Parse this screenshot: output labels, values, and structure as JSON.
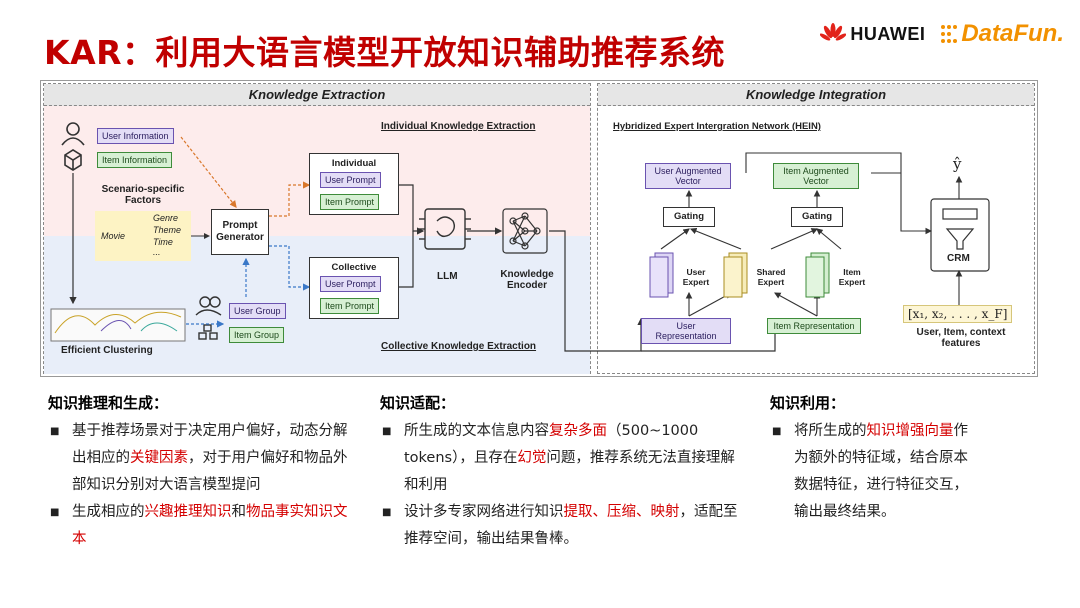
{
  "slide": {
    "title": "KAR：利用大语言模型开放知识辅助推荐系统"
  },
  "logos": {
    "huawei": "HUAWEI",
    "datafun": "DataFun."
  },
  "diagram": {
    "extraction": {
      "header": "Knowledge Extraction",
      "individual_title": "Individual Knowledge Extraction",
      "collective_title": "Collective Knowledge Extraction",
      "user_information": "User Information",
      "item_information": "Item Information",
      "scenario_label": "Scenario-specific Factors",
      "movie": "Movie",
      "factors": [
        "Genre",
        "Theme",
        "Time",
        "..."
      ],
      "prompt_generator": "Prompt Generator",
      "individual_box": "Individual",
      "collective_box": "Collective",
      "user_prompt": "User Prompt",
      "item_prompt": "Item Prompt",
      "llm": "LLM",
      "knowledge_encoder": "Knowledge Encoder",
      "user_group": "User Group",
      "item_group": "Item Group",
      "efficient_clustering": "Efficient Clustering"
    },
    "integration": {
      "header": "Knowledge Integration",
      "hein_title": "Hybridized Expert Intergration Network (HEIN)",
      "user_aug": "User Augmented Vector",
      "item_aug": "Item Augmented Vector",
      "gating": "Gating",
      "user_expert": "User Expert",
      "shared_expert": "Shared Expert",
      "item_expert": "Item Expert",
      "user_repr": "User Representation",
      "item_repr": "Item Representation",
      "crm": "CRM",
      "y_hat": "ŷ",
      "features_formula": "[x₁, x₂, . . . , x_F]",
      "features_label": "User, Item, context features"
    }
  },
  "columns": [
    {
      "heading": "知识推理和生成：",
      "bullets": [
        [
          {
            "t": "基于推荐场景对于决定用户偏好，动态分解出相应的",
            "hl": false
          },
          {
            "t": "关键因素",
            "hl": true
          },
          {
            "t": "，对于用户偏好和物品外部知识分别对大语言模型提问",
            "hl": false
          }
        ],
        [
          {
            "t": "生成相应的",
            "hl": false
          },
          {
            "t": "兴趣推理知识",
            "hl": true
          },
          {
            "t": "和",
            "hl": false
          },
          {
            "t": "物品事实知识文本",
            "hl": true
          }
        ]
      ]
    },
    {
      "heading": "知识适配：",
      "bullets": [
        [
          {
            "t": "所生成的文本信息内容",
            "hl": false
          },
          {
            "t": "复杂多面",
            "hl": true
          },
          {
            "t": "（500~1000 tokens），且存在",
            "hl": false
          },
          {
            "t": "幻觉",
            "hl": true
          },
          {
            "t": "问题，推荐系统无法直接理解和利用",
            "hl": false
          }
        ],
        [
          {
            "t": "设计多专家网络进行知识",
            "hl": false
          },
          {
            "t": "提取、压缩、映射",
            "hl": true
          },
          {
            "t": "，适配至推荐空间，输出结果鲁棒。",
            "hl": false
          }
        ]
      ]
    },
    {
      "heading": "知识利用：",
      "bullets": [
        [
          {
            "t": "将所生成的",
            "hl": false
          },
          {
            "t": "知识增强向量",
            "hl": true
          },
          {
            "t": "作为额外的特征域，结合原本数据特征，进行特征交互，输出最终结果。",
            "hl": false
          }
        ]
      ]
    }
  ],
  "colors": {
    "title_red": "#c00000",
    "highlight_red": "#d40000",
    "tag_purple": "#e3ddf6",
    "tag_green": "#d7f0d4",
    "zone_pink": "#fdecec",
    "zone_blue": "#e8eef9",
    "datafun_orange": "#f29100",
    "huawei_red": "#e2231a"
  }
}
